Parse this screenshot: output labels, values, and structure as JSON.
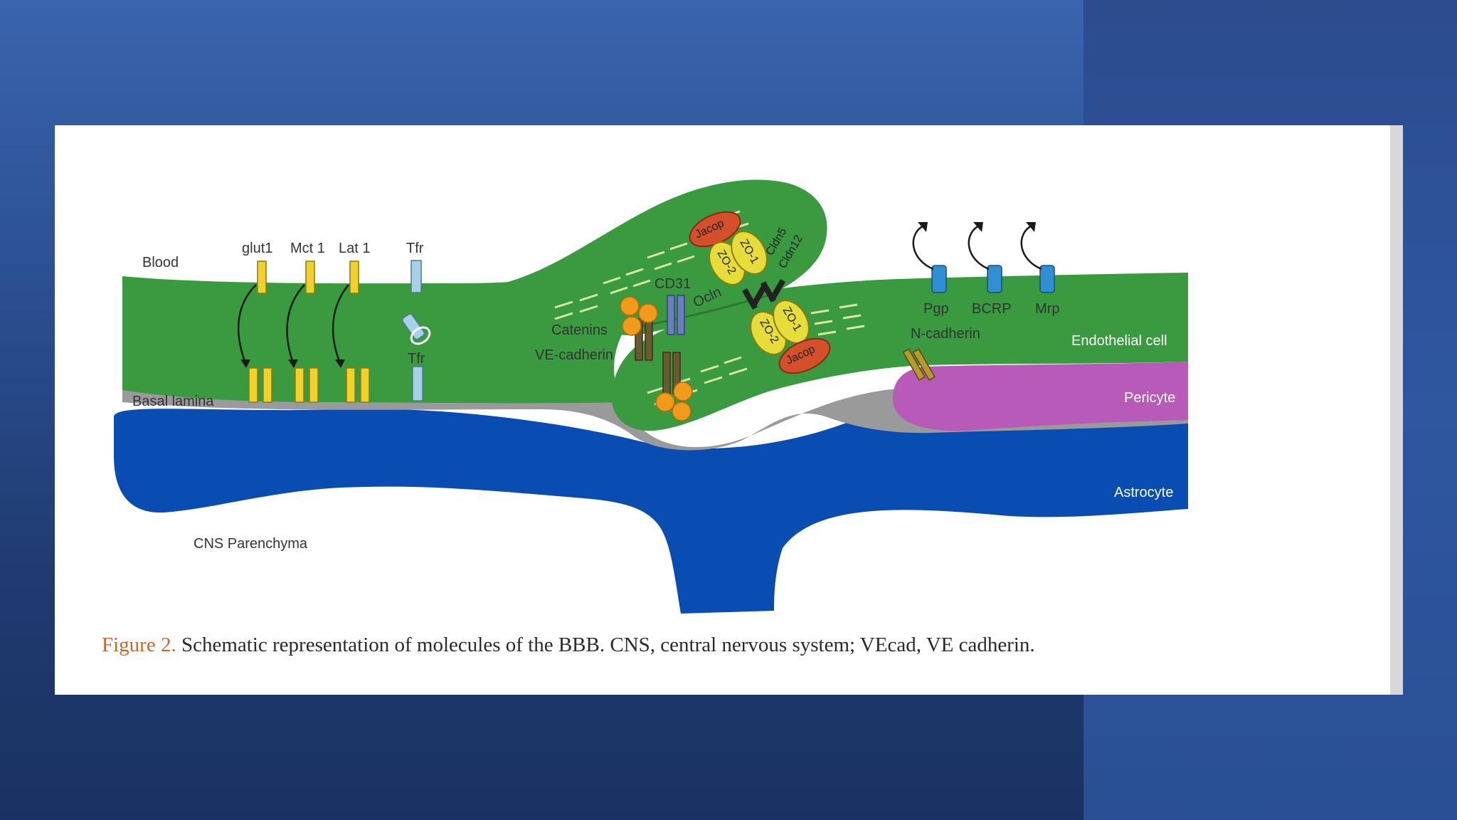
{
  "labels": {
    "blood": "Blood",
    "basal_lamina": "Basal lamina",
    "cns_parenchyma": "CNS Parenchyma",
    "glut1": "glut1",
    "mct1": "Mct 1",
    "lat1": "Lat 1",
    "tfr_top": "Tfr",
    "tfr_bottom": "Tfr",
    "cd31": "CD31",
    "catenins": "Catenins",
    "ve_cadherin": "VE-cadherin",
    "ocln": "Ocln",
    "cldn5": "Cldn5",
    "cldn12": "Cldn12",
    "jacop_top": "Jacop",
    "jacop_bottom": "Jacop",
    "zo1_top": "ZO-1",
    "zo2_top": "ZO-2",
    "zo1_bottom": "ZO-1",
    "zo2_bottom": "ZO-2",
    "pgp": "Pgp",
    "bcrp": "BCRP",
    "mrp": "Mrp",
    "n_cadherin": "N-cadherin",
    "endothelial_cell": "Endothelial cell",
    "pericyte": "Pericyte",
    "astrocyte": "Astrocyte"
  },
  "caption": {
    "figure_label": "Figure 2.",
    "text": "Schematic representation of molecules of the BBB. CNS, central nervous system; VEcad, VE cadherin."
  },
  "colors": {
    "endothelial": "#3a9a3f",
    "astrocyte": "#0a4db2",
    "pericyte": "#b85ab8",
    "basal_lamina": "#9a9a9a",
    "transporter_yellow": "#f2d12a",
    "efflux_blue": "#2f8fd0",
    "jacop": "#d4502a",
    "catenin": "#f29a1a"
  }
}
